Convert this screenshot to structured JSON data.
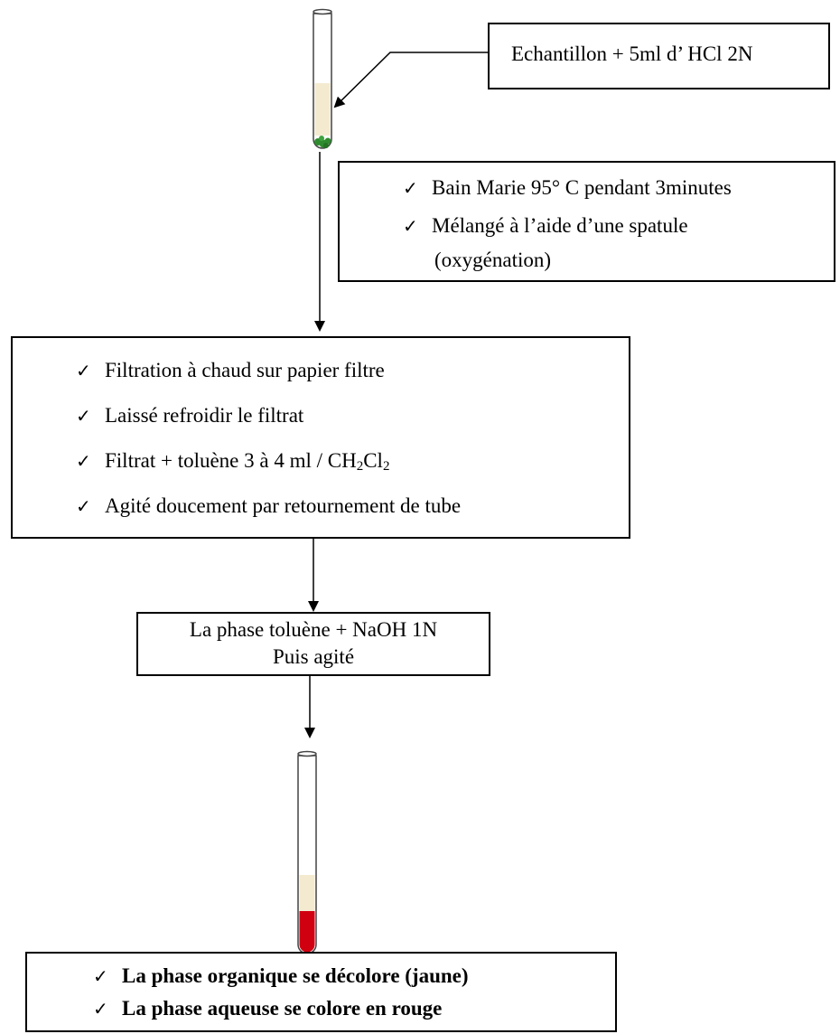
{
  "sample_box": {
    "text": "Echantillon + 5ml d’ HCl 2N"
  },
  "heating_box": {
    "items": [
      "Bain Marie 95° C pendant 3minutes",
      "Mélangé à l’aide d’une spatule",
      "(oxygénation)"
    ]
  },
  "filtration_box": {
    "items": [
      "Filtration à chaud sur papier filtre",
      "Laissé refroidir le filtrat",
      "Agité doucement par retournement de tube"
    ],
    "solvent": {
      "prefix": "Filtrat + toluène 3 à 4 ml / CH",
      "sub1": "2",
      "mid": "Cl",
      "sub2": "2"
    }
  },
  "naoh_box": {
    "line1": "La phase toluène + NaOH 1N",
    "line2": "Puis agité"
  },
  "result_box": {
    "items": [
      "La phase organique se décolore (jaune)",
      "La phase aqueuse se colore en rouge"
    ]
  },
  "check_symbol": "✓",
  "colors": {
    "yellow_phase": "#f3ead0",
    "green_sample": "#2e8b2e",
    "red_phase": "#d10010"
  }
}
